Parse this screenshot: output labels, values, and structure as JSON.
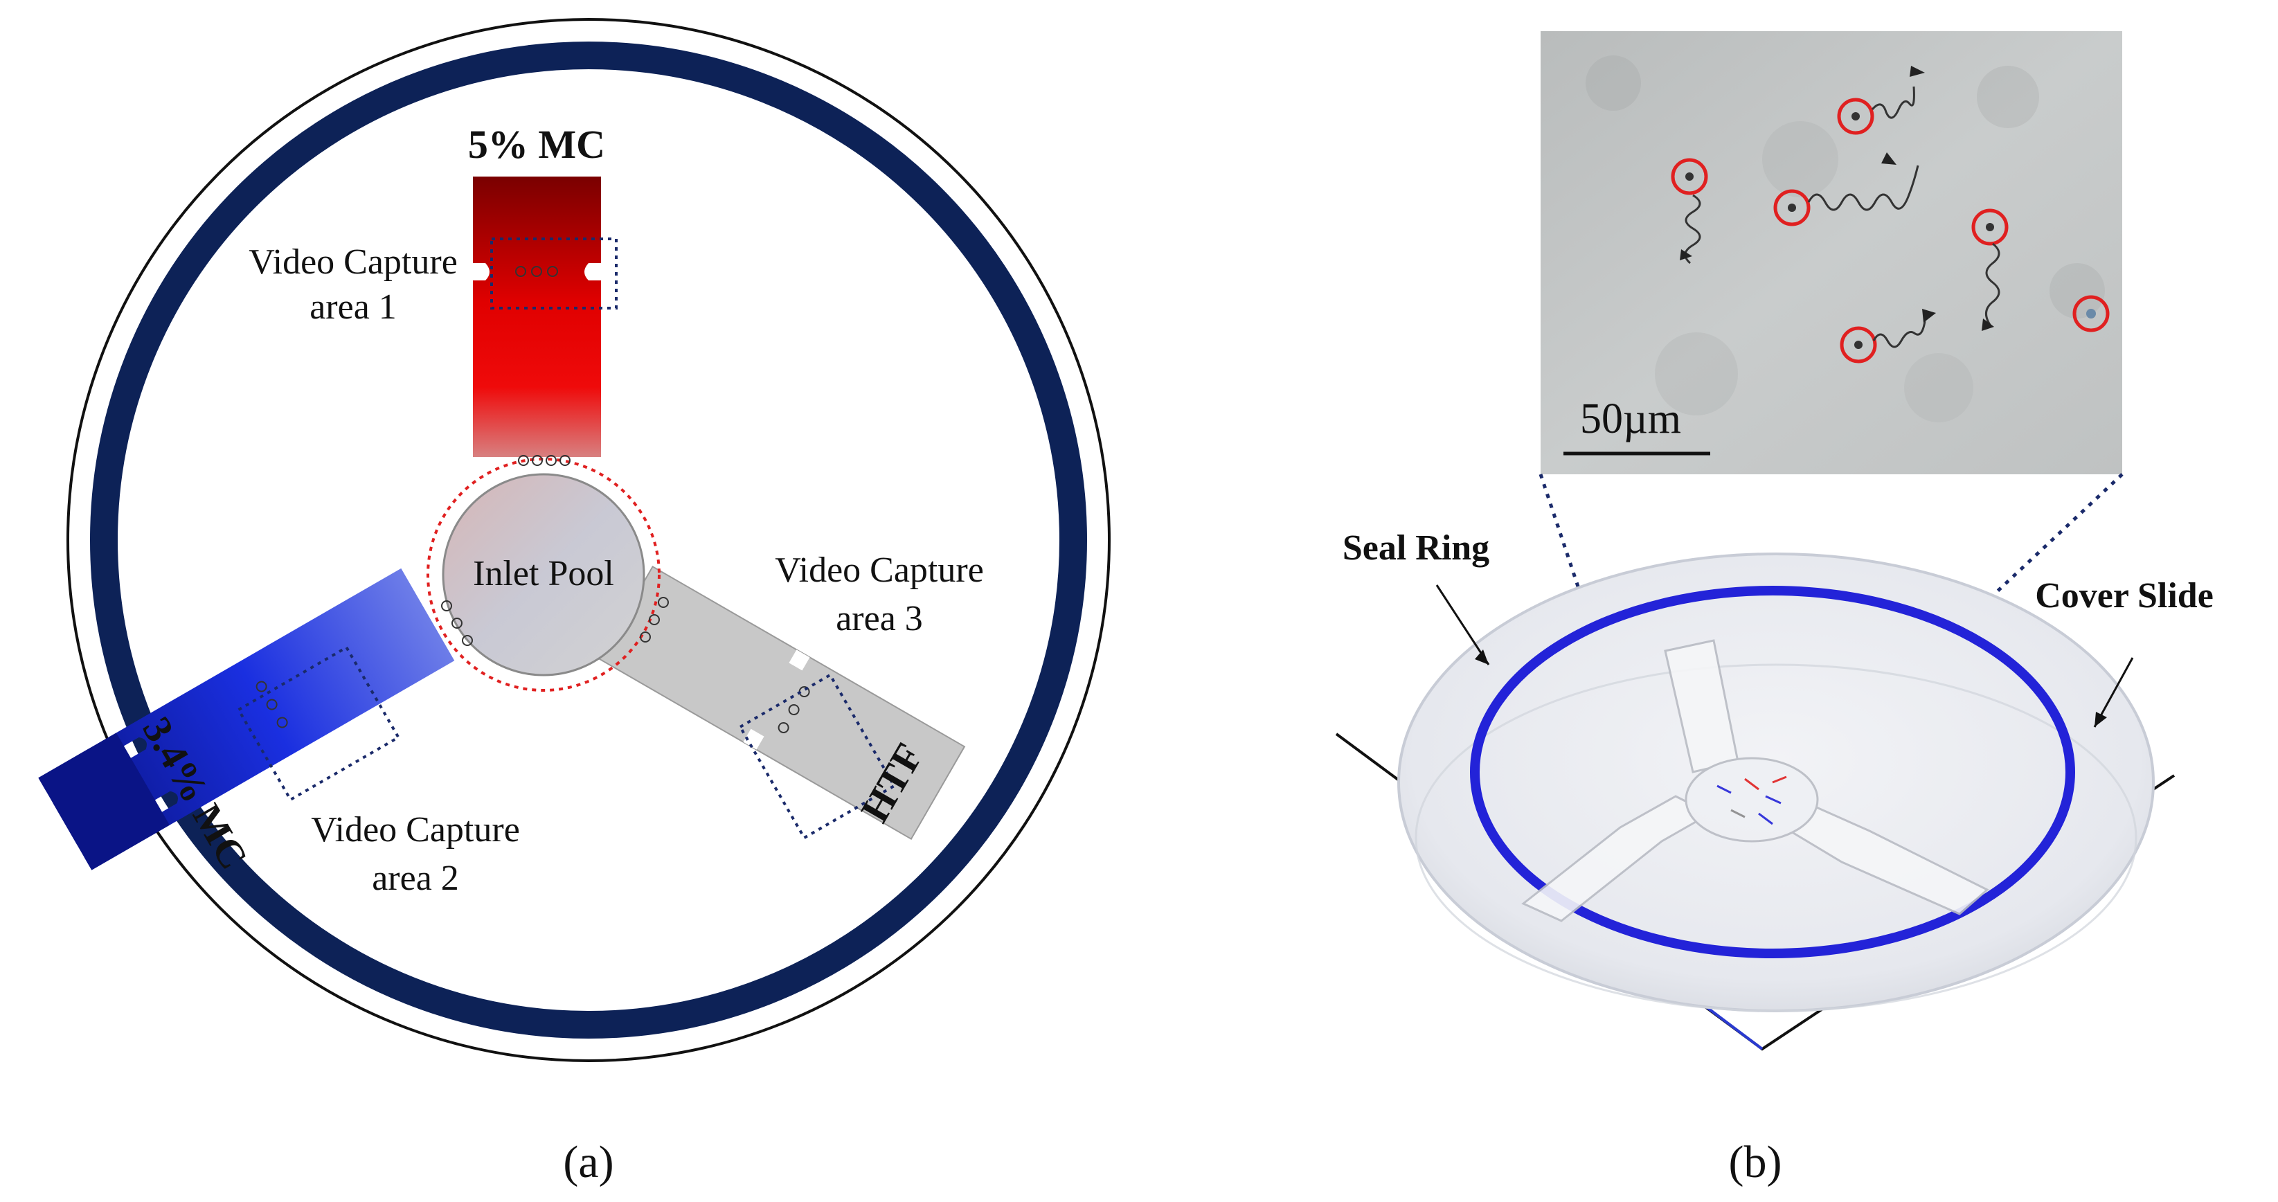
{
  "panel_a": {
    "caption": "(a)",
    "arm_top_label": "5% MC",
    "arm_left_label": "3.4% MC",
    "arm_right_label": "HTF",
    "inlet_label": "Inlet Pool",
    "capture1_line1": "Video Capture",
    "capture1_line2": "area 1",
    "capture2_line1": "Video Capture",
    "capture2_line2": "area 2",
    "capture3_line1": "Video Capture",
    "capture3_line2": "area 3"
  },
  "panel_b": {
    "caption": "(b)",
    "seal_ring_label": "Seal Ring",
    "cover_slide_label": "Cover Slide",
    "scale_bar_label": "50µm"
  },
  "colors": {
    "outer_ring": "#0d2257",
    "arm_red": "#e00000",
    "arm_dark_red": "#7a0000",
    "arm_blue": "#1a2fe0",
    "arm_dark_blue": "#0a1486",
    "arm_gray": "#c8c8c8",
    "seal_ring": "#2323d8",
    "cell_circle": "#e02020",
    "capture_box": "#1a2a6a"
  }
}
